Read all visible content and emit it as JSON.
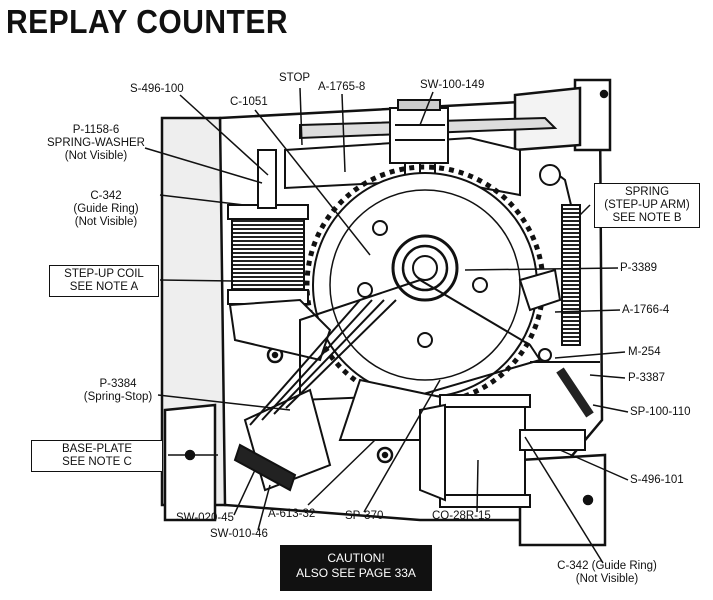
{
  "title": "REPLAY COUNTER",
  "labels": {
    "s496_100": "S-496-100",
    "c1051": "C-1051",
    "stop": "STOP",
    "a1765_8": "A-1765-8",
    "sw100_149": "SW-100-149",
    "p1158": [
      "P-1158-6",
      "SPRING-WASHER",
      "(Not Visible)"
    ],
    "c342_top": [
      "C-342",
      "(Guide Ring)",
      "(Not Visible)"
    ],
    "stepup_coil": [
      "STEP-UP COIL",
      "SEE NOTE A"
    ],
    "spring_box": [
      "SPRING",
      "(STEP-UP ARM)",
      "SEE NOTE B"
    ],
    "p3389": "P-3389",
    "a1766_4": "A-1766-4",
    "m254": "M-254",
    "p3387": "P-3387",
    "sp100_110": "SP-100-110",
    "p3384": [
      "P-3384",
      "(Spring-Stop)"
    ],
    "baseplate": [
      "BASE-PLATE",
      "SEE NOTE C"
    ],
    "s496_101": "S-496-101",
    "sw020_45": "SW-020-45",
    "sw010_46": "SW-010-46",
    "a613_32": "A-613-32",
    "sp370": "SP-370",
    "co28r15": "CO-28R-15",
    "c342_bottom": [
      "C-342 (Guide Ring)",
      "(Not Visible)"
    ]
  },
  "caution": [
    "CAUTION!",
    "ALSO SEE PAGE 33A"
  ]
}
